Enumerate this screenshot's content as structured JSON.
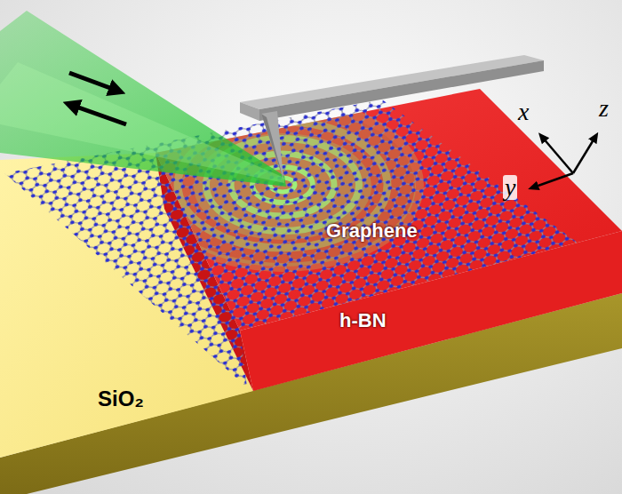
{
  "diagram": {
    "labels": [
      "x",
      "z",
      "y",
      "Graphene",
      "h-BN",
      "SiO₂"
    ]
  }
}
